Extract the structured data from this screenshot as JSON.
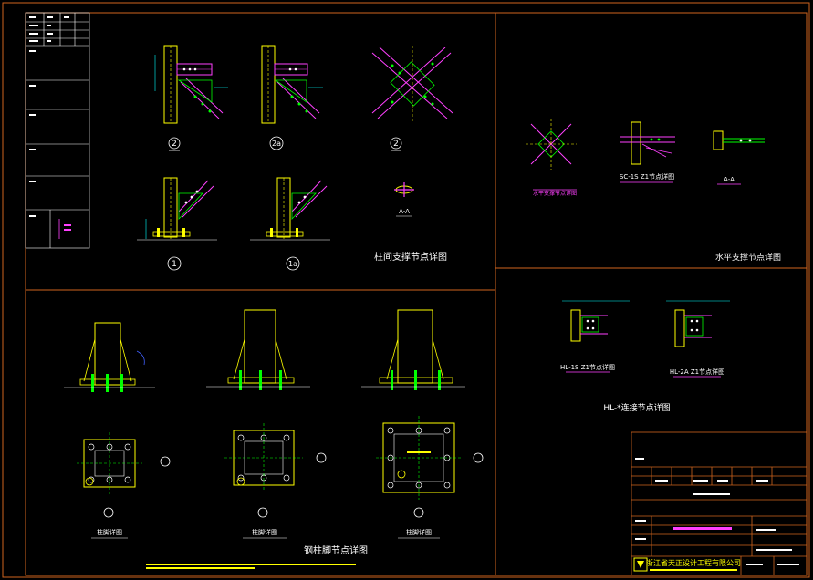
{
  "colors": {
    "border": "#d0641e",
    "column": "#ffff00",
    "steel": "#ff40ff",
    "bolt": "#00ff00",
    "dim": "#00ffff",
    "text": "#ffffff",
    "callout": "#4060ff"
  },
  "brace_section": {
    "label_2": "2",
    "label_2a": "2a",
    "label_2b": "2",
    "label_1": "1",
    "label_1a": "1a",
    "detail_aa": "A-A",
    "title": "柱间支撑节点详图"
  },
  "horizontal_section": {
    "caption_left": "水平支撑节点详图",
    "caption_mid": "SC-1S Z1节点详图",
    "caption_right": "A-A",
    "title": "水平支撑节点详图"
  },
  "hl_section": {
    "caption_1": "HL-1S Z1节点详图",
    "caption_2": "HL-2A Z1节点详图",
    "title": "HL-*连接节点详图"
  },
  "foot_section": {
    "caption_1": "柱脚详图",
    "caption_2": "柱脚详图",
    "caption_3": "柱脚详图",
    "title": "钢柱脚节点详图"
  },
  "title_block": {
    "company": "浙江省天正设计工程有限公司"
  }
}
